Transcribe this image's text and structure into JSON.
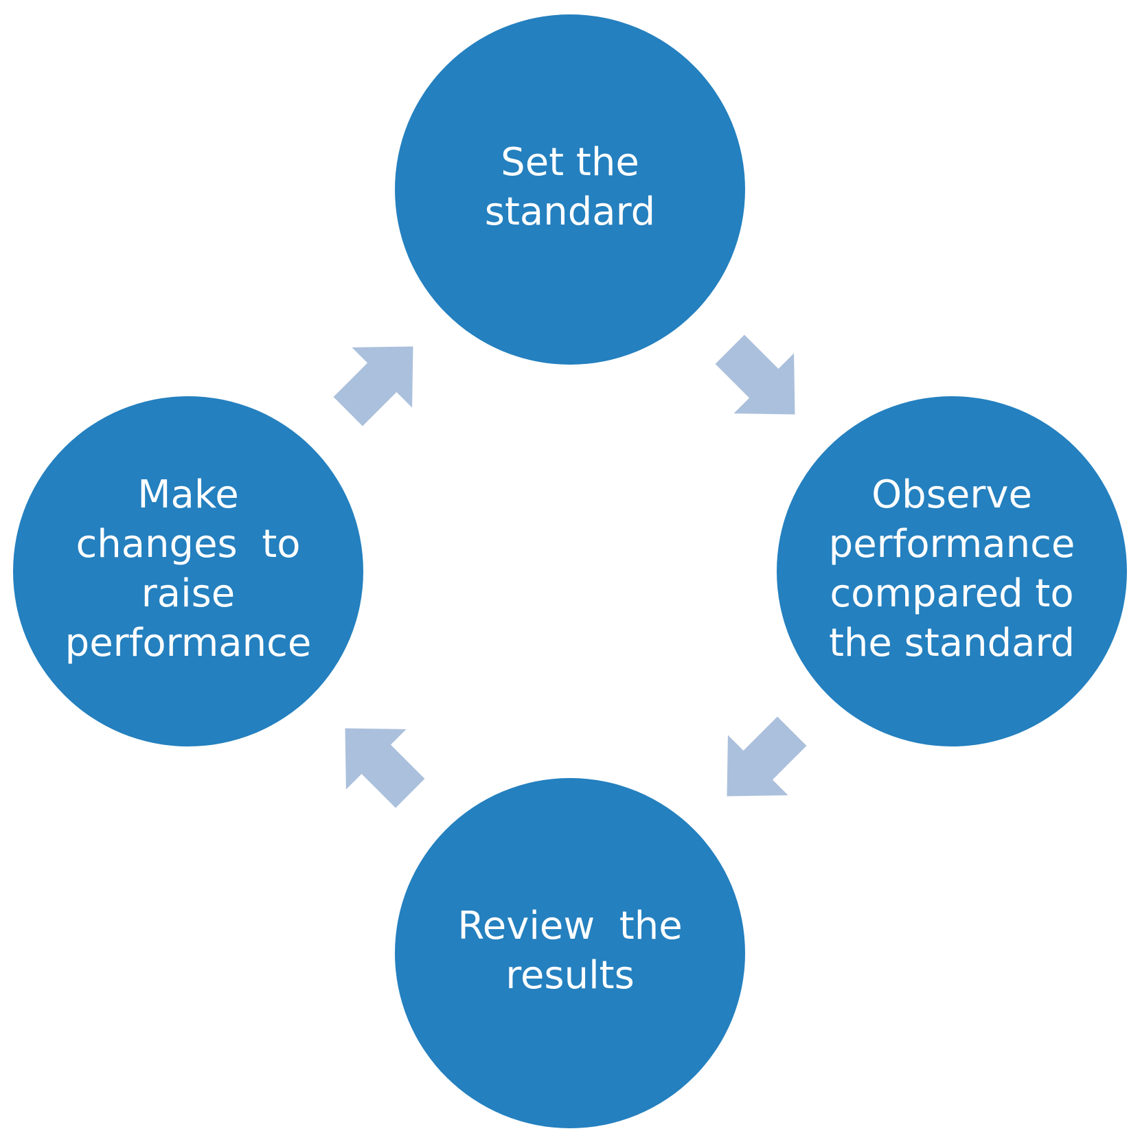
{
  "colors": {
    "node_fill": "#2480BF",
    "arrow_fill": "#ABC0DC",
    "label_color": "#FFFFFF",
    "background": "#FFFFFF"
  },
  "diagram": {
    "type": "cycle",
    "direction": "clockwise",
    "nodes": [
      {
        "id": "set-the-standard",
        "lines": [
          "Set the",
          "standard"
        ]
      },
      {
        "id": "observe-performance",
        "lines": [
          "Observe",
          "performance",
          "compared to",
          "the standard"
        ]
      },
      {
        "id": "review-the-results",
        "lines": [
          "Review  the",
          "results"
        ]
      },
      {
        "id": "make-changes",
        "lines": [
          "Make",
          "changes  to",
          "raise",
          "performance"
        ]
      }
    ],
    "edges": [
      {
        "from": "set-the-standard",
        "to": "observe-performance"
      },
      {
        "from": "observe-performance",
        "to": "review-the-results"
      },
      {
        "from": "review-the-results",
        "to": "make-changes"
      },
      {
        "from": "make-changes",
        "to": "set-the-standard"
      }
    ]
  }
}
